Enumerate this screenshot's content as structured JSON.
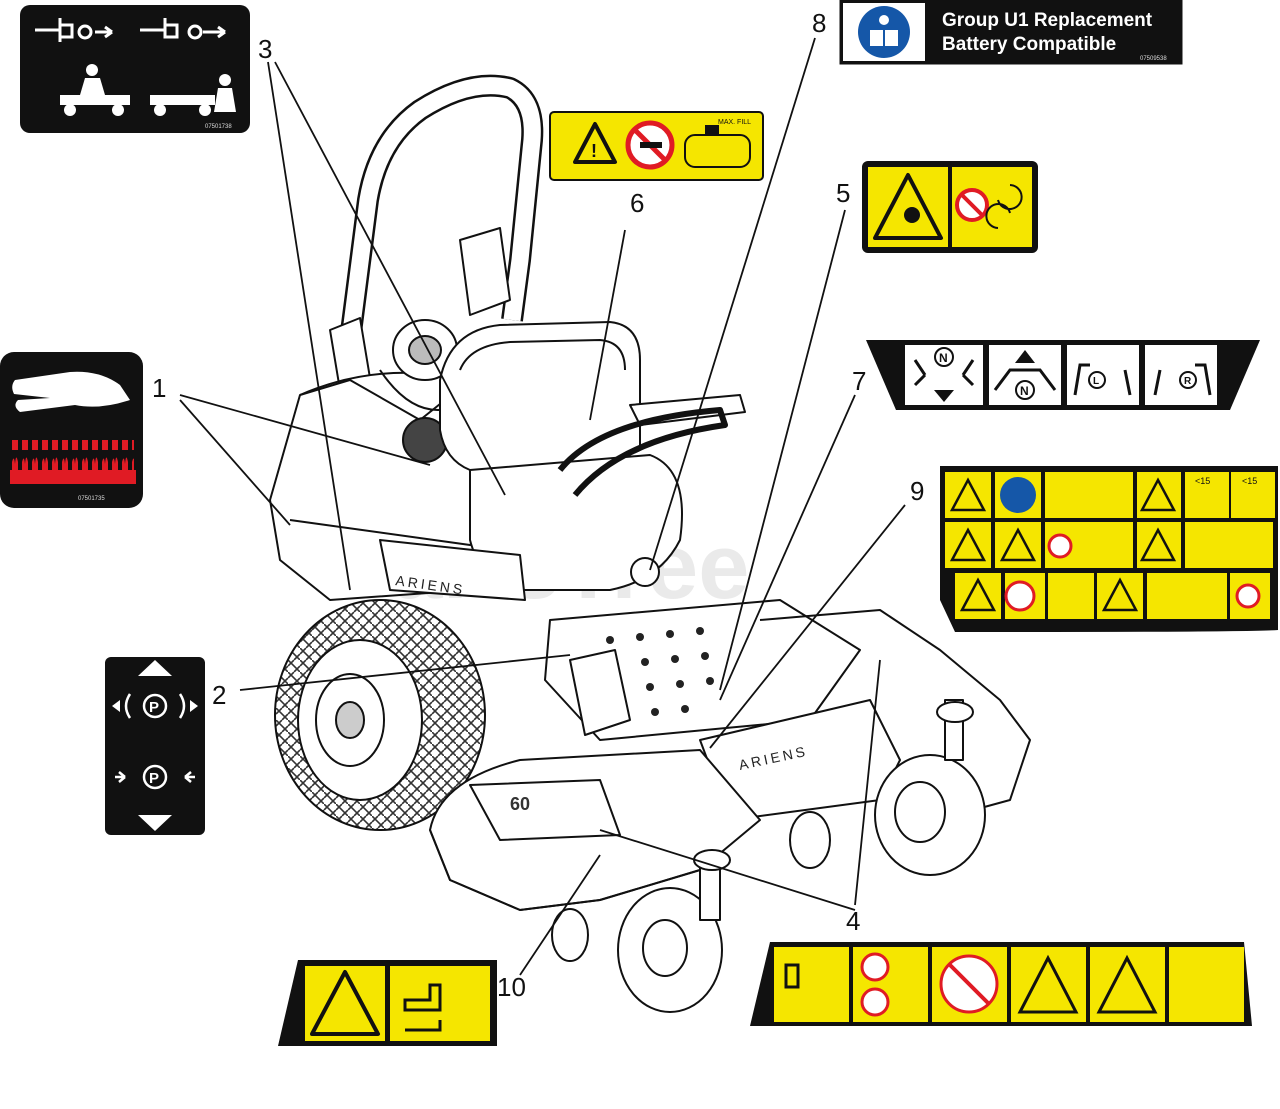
{
  "watermark": "PartsTree",
  "battery_decal": {
    "line1": "Group U1 Replacement",
    "line2": "Battery Compatible",
    "part_number": "07509538"
  },
  "decals": {
    "top_left_part_number": "07501738",
    "hot_part_number": "07501735",
    "fuel_max_fill": "MAX. FILL",
    "park_letter": "P",
    "neutral_letter": "N",
    "left_letter": "L",
    "right_letter": "R",
    "slope_1": "<15",
    "slope_2": "<15"
  },
  "machine": {
    "brand_seat": "ARIENS",
    "brand_deck": "ARIENS",
    "deck_size": "60"
  },
  "callouts": {
    "c1": "1",
    "c2": "2",
    "c3": "3",
    "c4": "4",
    "c5": "5",
    "c6": "6",
    "c7": "7",
    "c8": "8",
    "c9": "9",
    "c10": "10"
  }
}
